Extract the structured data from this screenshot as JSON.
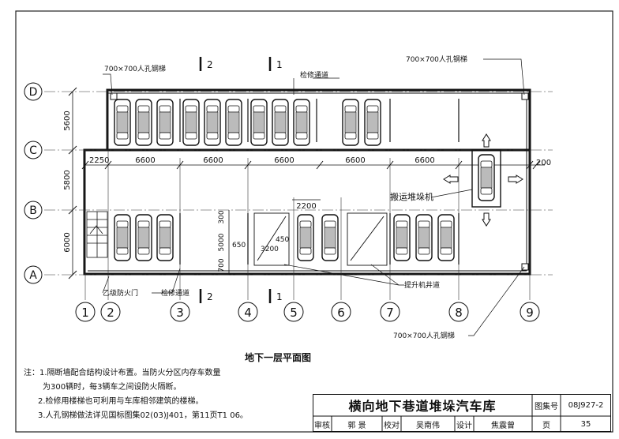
{
  "plan": {
    "grid_rows": [
      "D",
      "C",
      "B",
      "A"
    ],
    "grid_cols": [
      "1",
      "2",
      "3",
      "4",
      "5",
      "6",
      "7",
      "8",
      "9"
    ],
    "vertical_dims": [
      "5600",
      "5800",
      "6000"
    ],
    "horizontal_dims": [
      "2250",
      "6600",
      "6600",
      "6600",
      "6600",
      "6600",
      "200"
    ],
    "dims_inner": [
      "2200",
      "300",
      "5000",
      "700",
      "650",
      "450",
      "3200"
    ],
    "section_marks": [
      "2",
      "1",
      "2",
      "1"
    ],
    "labels": {
      "ladder_top_left": "700×700人孔钢梯",
      "ladder_top_right": "700×700人孔钢梯",
      "ladder_bottom": "700×700人孔钢梯",
      "maint_top": "检修通道",
      "maint_bottom": "检修通道",
      "fire_door": "乙级防火门",
      "stacker": "搬运堆垛机",
      "lift_shaft": "提升机井道"
    }
  },
  "drawing_title": "地下一层平面图",
  "notes": [
    "注：1.隔断墙配合结构设计布置。当防火分区内存车数量",
    "为300辆时，每3辆车之间设防火隔断。",
    "2.检修用楼梯也可利用与车库相邻建筑的楼梯。",
    "3.人孔钢梯做法详见国标图集02(03)J401，第11页T1 06。"
  ],
  "title_block": {
    "title": "横向地下巷道堆垛汽车库",
    "atlas_label": "图集号",
    "atlas_no": "08J927-2",
    "row2": [
      "审核",
      "郭 景",
      "校对",
      "吴南伟",
      "设计",
      "焦震曾",
      "页",
      "35"
    ]
  }
}
